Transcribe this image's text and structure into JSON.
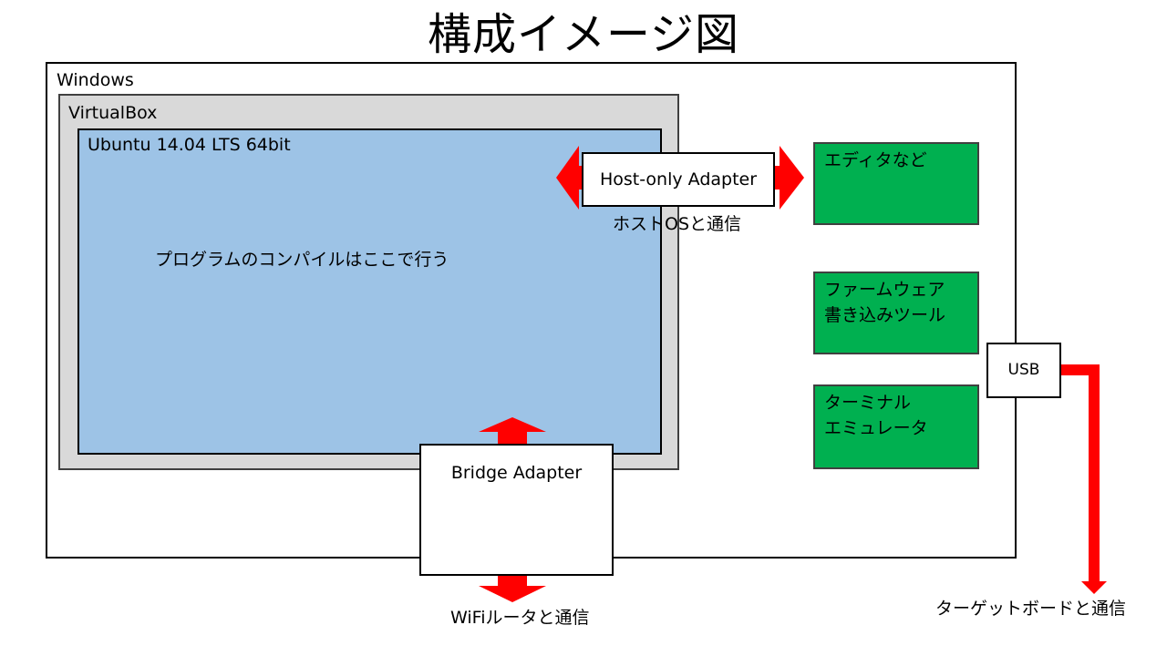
{
  "title": "構成イメージ図",
  "windows_label": "Windows",
  "virtualbox_label": "VirtualBox",
  "ubuntu_label": "Ubuntu 14.04 LTS 64bit",
  "ubuntu_text": "プログラムのコンパイルはここで行う",
  "host_only_adapter": "Host-only Adapter",
  "host_only_caption": "ホストOSと通信",
  "bridge_adapter": "Bridge Adapter",
  "bridge_caption": "WiFiルータと通信",
  "usb_label": "USB",
  "usb_caption": "ターゲットボードと通信",
  "tools": [
    {
      "lines": [
        "エディタなど"
      ]
    },
    {
      "lines": [
        "ファームウェア",
        "書き込みツール"
      ]
    },
    {
      "lines": [
        "ターミナル",
        "エミュレータ"
      ]
    }
  ],
  "colors": {
    "arrow": "#ff0000",
    "tool_fill": "#00b050",
    "ubuntu_fill": "#9dc3e6",
    "virtualbox_fill": "#d9d9d9"
  }
}
